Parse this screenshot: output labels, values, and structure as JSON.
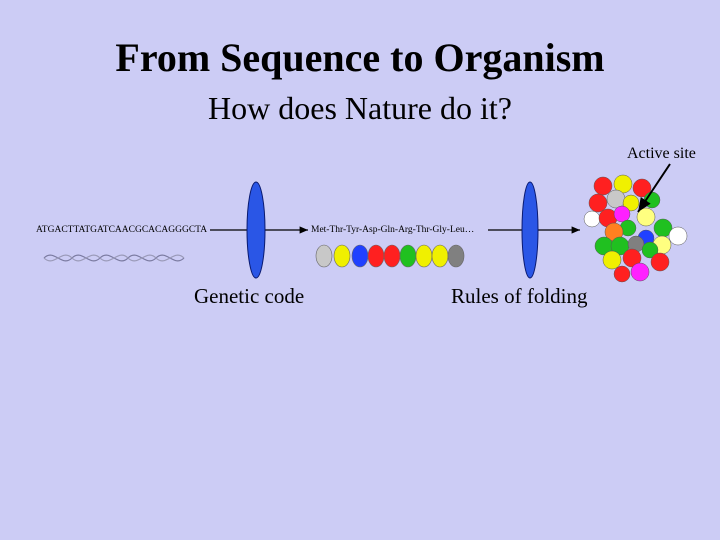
{
  "title": "From Sequence to Organism",
  "subtitle": "How does Nature do it?",
  "labels": {
    "active_site": "Active site",
    "dna_sequence": "ATGACTTATGATCAACGCACAGGGCTA",
    "protein_sequence": "Met-Thr-Tyr-Asp-Gln-Arg-Thr-Gly-Leu…",
    "genetic_code": "Genetic code",
    "rules_of_folding": "Rules of folding"
  },
  "colors": {
    "background": "#ccccf5",
    "lens": "#2a56e6",
    "beads": [
      "#c8c8c8",
      "#f0f000",
      "#2040ff",
      "#ff2020",
      "#ff2020",
      "#20c020",
      "#f0f000",
      "#f0f000",
      "#808080"
    ]
  }
}
